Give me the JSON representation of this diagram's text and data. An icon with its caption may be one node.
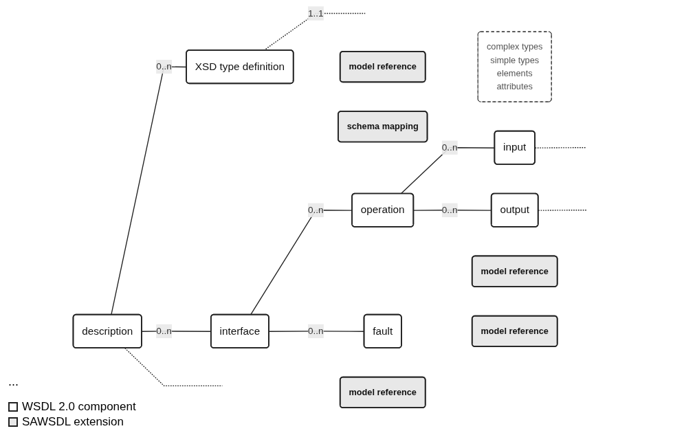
{
  "diagram": {
    "nodes": [
      {
        "text": [
          "description"
        ]
      },
      {
        "text": [
          "complex types",
          "simple types",
          "elements",
          "attributes"
        ]
      },
      {
        "text": [
          "model reference"
        ]
      },
      {
        "text": [
          "XSD type definition"
        ]
      },
      {
        "text": [
          "schema mapping"
        ]
      },
      {
        "text": [
          "model reference"
        ]
      },
      {
        "text": [
          "interface"
        ]
      },
      {
        "text": [
          "model reference"
        ]
      },
      {
        "text": [
          "operation"
        ]
      },
      {
        "text": [
          "model reference"
        ]
      },
      {
        "text": [
          "fault"
        ]
      },
      {
        "text": [
          "input"
        ]
      },
      {
        "text": [
          "output"
        ]
      }
    ],
    "edges": [
      {
        "from": 0,
        "to": 3,
        "arrow": "none",
        "label": "0..n"
      },
      {
        "from": 0,
        "to": 6,
        "arrow": "none",
        "label": "0..n"
      },
      {
        "from": 0,
        "to": null,
        "arrow": "none",
        "style": "dashed"
      },
      {
        "from": 3,
        "to": null,
        "arrow": "none",
        "style": "dashed",
        "label": "1..1"
      },
      {
        "from": 6,
        "to": 8,
        "arrow": "none",
        "label": "0..n"
      },
      {
        "from": 6,
        "to": 10,
        "arrow": "none",
        "label": "0..n"
      },
      {
        "from": 8,
        "to": 11,
        "arrow": "none",
        "label": "0..n"
      },
      {
        "from": 8,
        "to": 12,
        "arrow": "none",
        "label": "0..n"
      },
      {
        "from": 11,
        "to": null,
        "arrow": "none",
        "style": "dashed"
      },
      {
        "from": 12,
        "to": null,
        "arrow": "none",
        "style": "dashed"
      }
    ],
    "labels": [
      "..."
    ],
    "legend": [
      {
        "text": "WSDL 2.0 component",
        "color": "#ffffff"
      },
      {
        "text": "SAWSDL extension",
        "color": "#e8e8e8"
      }
    ]
  }
}
